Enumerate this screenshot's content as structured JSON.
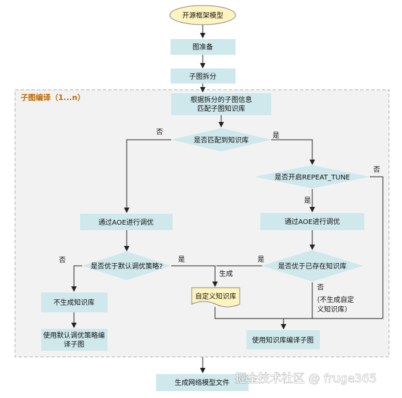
{
  "group": {
    "label": "子图编译（1...n）"
  },
  "nodes": {
    "start": "开源框架模型",
    "prepare_graph": "图准备",
    "split_subgraph": "子图拆分",
    "match_line1": "根据拆分的子图信息",
    "match_line2": "匹配子图知识库",
    "decision_matched": "是否匹配到知识库",
    "decision_repeat_tune": "是否开启REPEAT_TUNE",
    "tune_left": "通过AOE进行调优",
    "tune_right": "通过AOE进行调优",
    "decision_better_default": "是否优于默认调优策略?",
    "decision_better_existing": "是否优于已存在知识库",
    "no_kb": "不生成知识库",
    "custom_kb": "自定义知识库",
    "compile_default_line1": "使用默认调优策略编",
    "compile_default_line2": "译子图",
    "compile_kb": "使用知识库编译子图",
    "generate_model": "生成网络模型文件"
  },
  "edge_labels": {
    "matched_no": "否",
    "matched_yes": "是",
    "repeat_no": "否",
    "repeat_yes": "是",
    "default_no": "否",
    "default_yes": "是",
    "generate": "生成",
    "existing_yes": "是",
    "existing_no": "否",
    "existing_no_note1": "（不生成自定",
    "existing_no_note2": "义知识库）"
  },
  "watermark": "掘金技术社区 @ fruge365",
  "colors": {
    "process_fill": "#cfe8ec",
    "terminal_fill": "#fff4c0",
    "document_fill": "#fff4c0",
    "group_fill": "#f2f2f2",
    "group_border": "#b0b0b0",
    "group_label": "#c06a00",
    "edge": "#222222"
  }
}
